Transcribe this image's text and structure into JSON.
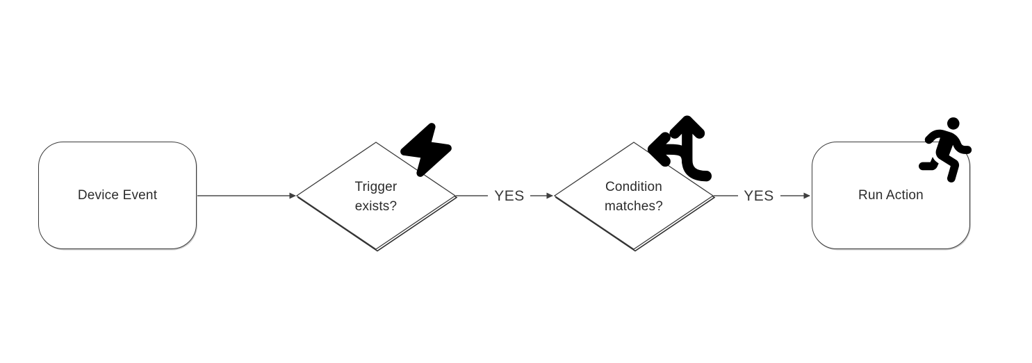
{
  "diagram": {
    "type": "flowchart",
    "background": "#ffffff",
    "colors": {
      "shape_stroke": "#3a3a3a",
      "shape_fill": "#ffffff",
      "connector": "#4a4a4a",
      "text": "#2b2b2b",
      "icon": "#000000"
    },
    "nodes": [
      {
        "id": "device-event",
        "shape": "rounded-rectangle",
        "label": "Device Event"
      },
      {
        "id": "trigger-exists",
        "shape": "diamond",
        "label": "Trigger exists?",
        "line1": "Trigger",
        "line2": "exists?",
        "icon": "lightning-bolt-icon"
      },
      {
        "id": "condition-matches",
        "shape": "diamond",
        "label": "Condition matches?",
        "line1": "Condition",
        "line2": "matches?",
        "icon": "split-directions-icon"
      },
      {
        "id": "run-action",
        "shape": "rounded-rectangle",
        "label": "Run Action",
        "icon": "running-person-icon"
      }
    ],
    "edges": [
      {
        "from": "device-event",
        "to": "trigger-exists",
        "label": ""
      },
      {
        "from": "trigger-exists",
        "to": "condition-matches",
        "label": "YES"
      },
      {
        "from": "condition-matches",
        "to": "run-action",
        "label": "YES"
      }
    ]
  }
}
